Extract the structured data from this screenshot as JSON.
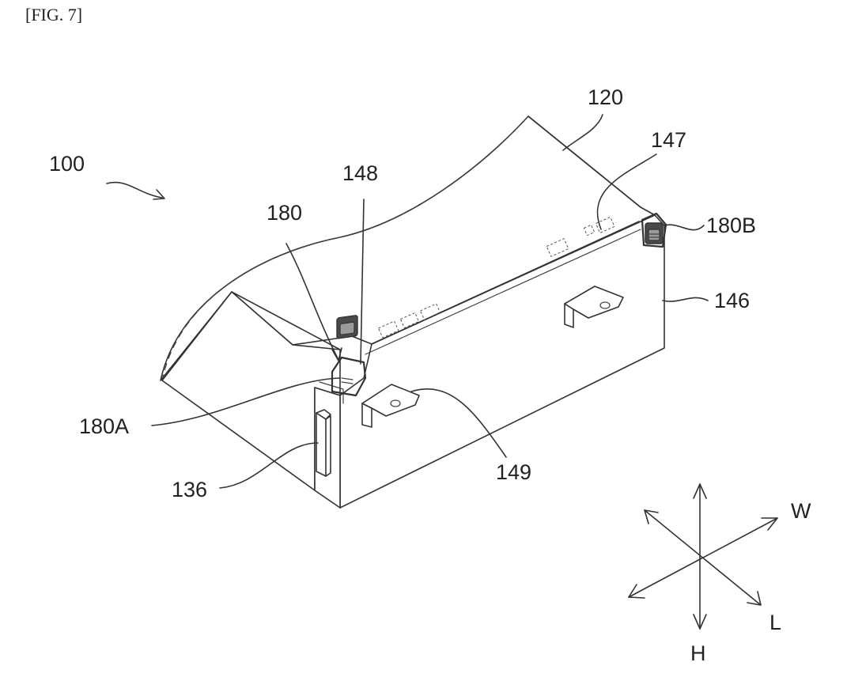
{
  "figure": {
    "caption": "[FIG. 7]"
  },
  "labels": {
    "l100": "100",
    "l120": "120",
    "l147": "147",
    "l148": "148",
    "l180": "180",
    "l180b": "180B",
    "l146": "146",
    "l180a": "180A",
    "l136": "136",
    "l149": "149"
  },
  "axes": {
    "w": "W",
    "l": "L",
    "h": "H"
  }
}
